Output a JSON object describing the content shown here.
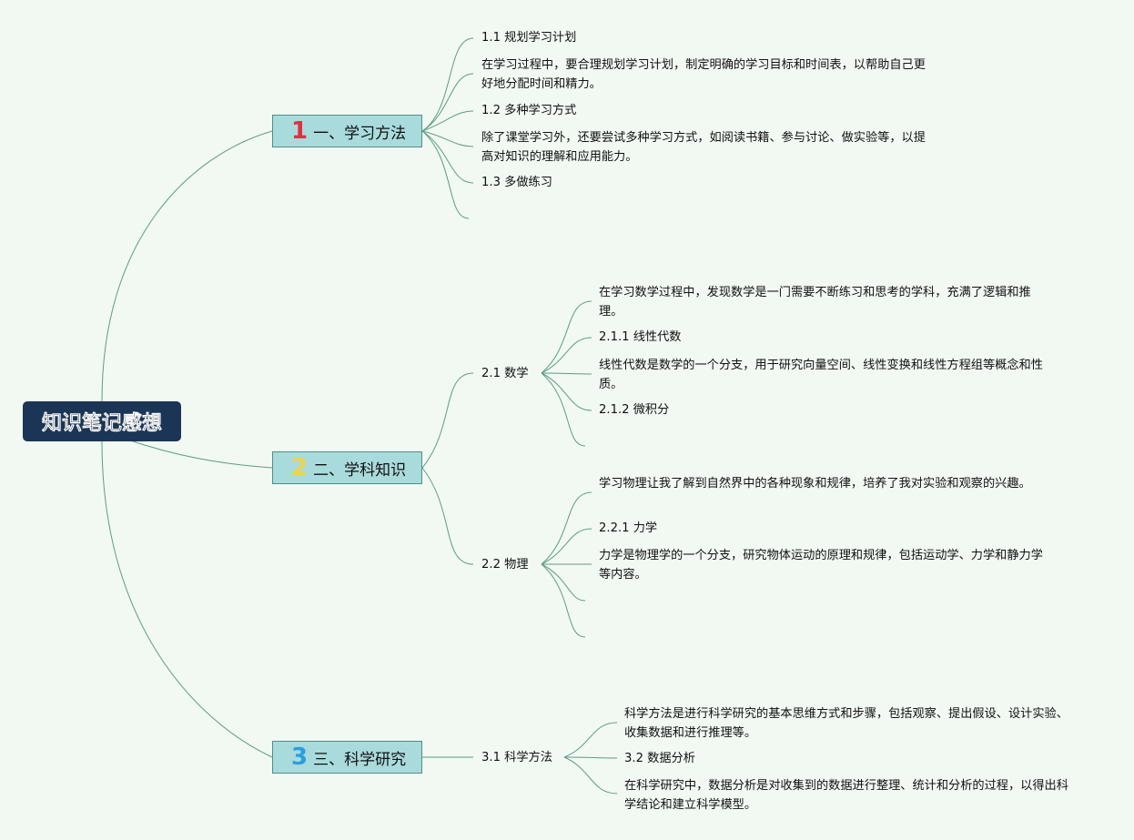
{
  "colors": {
    "root_bg": "#1b3556",
    "topic_bg": "#a9dbdc",
    "line": "#5e9c86",
    "num1": "#e03040",
    "num2": "#f0d44a",
    "num3": "#2c9ee0"
  },
  "root": {
    "label": "知识笔记感想"
  },
  "topics": [
    {
      "num": "1",
      "label": "一、学习方法",
      "children": [
        {
          "label": "1.1 规划学习计划"
        },
        {
          "label": "在学习过程中，要合理规划学习计划，制定明确的学习目标和时间表，以帮助自己更好地分配时间和精力。"
        },
        {
          "label": "1.2 多种学习方式"
        },
        {
          "label": "除了课堂学习外，还要尝试多种学习方式，如阅读书籍、参与讨论、做实验等，以提高对知识的理解和应用能力。"
        },
        {
          "label": "1.3 多做练习"
        },
        {
          "label": ""
        }
      ]
    },
    {
      "num": "2",
      "label": "二、学科知识",
      "children": [
        {
          "label": "2.1 数学",
          "children": [
            {
              "label": "在学习数学过程中，发现数学是一门需要不断练习和思考的学科，充满了逻辑和推理。"
            },
            {
              "label": "2.1.1 线性代数"
            },
            {
              "label": "线性代数是数学的一个分支，用于研究向量空间、线性变换和线性方程组等概念和性质。"
            },
            {
              "label": "2.1.2 微积分"
            },
            {
              "label": ""
            }
          ]
        },
        {
          "label": "2.2 物理",
          "children": [
            {
              "label": "学习物理让我了解到自然界中的各种现象和规律，培养了我对实验和观察的兴趣。"
            },
            {
              "label": "2.2.1 力学"
            },
            {
              "label": "力学是物理学的一个分支，研究物体运动的原理和规律，包括运动学、力学和静力学等内容。"
            },
            {
              "label": ""
            },
            {
              "label": ""
            }
          ]
        }
      ]
    },
    {
      "num": "3",
      "label": "三、科学研究",
      "children": [
        {
          "label": "3.1 科学方法",
          "children": [
            {
              "label": "科学方法是进行科学研究的基本思维方式和步骤，包括观察、提出假设、设计实验、收集数据和进行推理等。"
            },
            {
              "label": "3.2 数据分析"
            },
            {
              "label": "在科学研究中，数据分析是对收集到的数据进行整理、统计和分析的过程，以得出科学结论和建立科学模型。"
            }
          ]
        }
      ]
    }
  ]
}
